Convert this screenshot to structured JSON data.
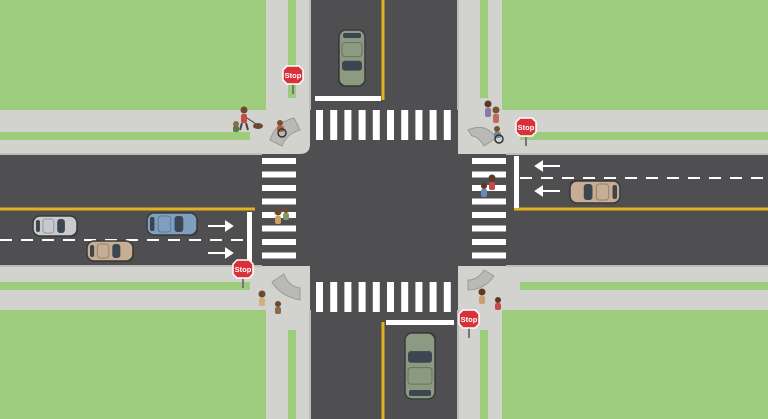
{
  "scene": {
    "kind": "four-way intersection, top-down view",
    "colors": {
      "grass": "#9ccc7c",
      "sidewalk": "#d2d2cf",
      "asphalt": "#4f4f52",
      "lane_white": "#ffffff",
      "center_yellow": "#e3b21c",
      "stop_red": "#d8313a"
    }
  },
  "stop_signs": [
    {
      "id": "nw",
      "label": "Stop"
    },
    {
      "id": "ne",
      "label": "Stop"
    },
    {
      "id": "sw",
      "label": "Stop"
    },
    {
      "id": "se",
      "label": "Stop"
    }
  ],
  "vehicles": [
    {
      "id": "car-north-lane",
      "color": "#8b9a80",
      "heading": "south"
    },
    {
      "id": "car-south-lane",
      "color": "#8b9a80",
      "heading": "north"
    },
    {
      "id": "car-west-upper",
      "color": "#c8cacd",
      "heading": "east"
    },
    {
      "id": "van-west-upper",
      "color": "#7e9fbf",
      "heading": "east"
    },
    {
      "id": "car-west-lower",
      "color": "#c6ad93",
      "heading": "east"
    },
    {
      "id": "car-east",
      "color": "#c6ad93",
      "heading": "west"
    }
  ],
  "pedestrians": [
    {
      "id": "ped-nw-dogwalker",
      "icon": "person-with-dog-icon"
    },
    {
      "id": "ped-nw-wheelchair",
      "icon": "wheelchair-icon"
    },
    {
      "id": "ped-ne-pair",
      "icon": "person-icon"
    },
    {
      "id": "ped-ne-wheelchair",
      "icon": "wheelchair-icon"
    },
    {
      "id": "ped-west-crosswalk",
      "icon": "person-icon"
    },
    {
      "id": "ped-east-crosswalk",
      "icon": "person-icon"
    },
    {
      "id": "ped-sw-corner",
      "icon": "person-icon"
    },
    {
      "id": "ped-se-corner",
      "icon": "person-icon"
    }
  ],
  "lane_arrows": [
    {
      "id": "arrow-west-1",
      "icon": "arrow-right-icon"
    },
    {
      "id": "arrow-west-2",
      "icon": "arrow-right-icon"
    },
    {
      "id": "arrow-east-1",
      "icon": "arrow-left-icon"
    },
    {
      "id": "arrow-east-2",
      "icon": "arrow-left-icon"
    }
  ]
}
